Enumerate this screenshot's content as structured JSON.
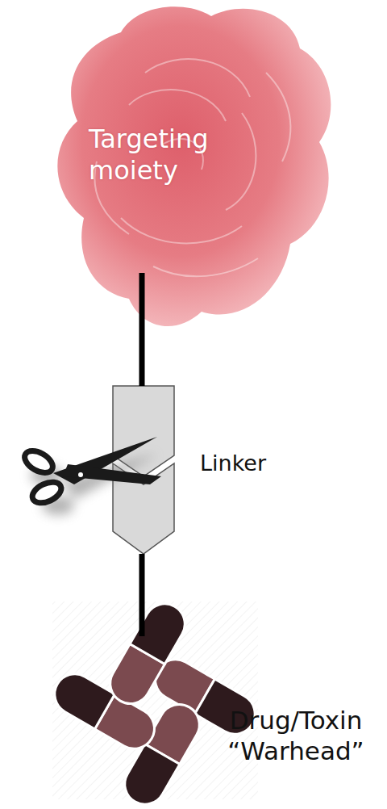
{
  "diagram": {
    "nodes": [
      {
        "text": [
          "Targeting moiety"
        ]
      },
      {
        "text": [
          "Linker"
        ]
      },
      {
        "text": [
          "Drug/Toxin “Warhead”"
        ]
      }
    ],
    "edges": [
      {
        "from": 0,
        "to": 1,
        "arrow": "none"
      },
      {
        "from": 1,
        "to": 2,
        "arrow": "none"
      }
    ]
  }
}
